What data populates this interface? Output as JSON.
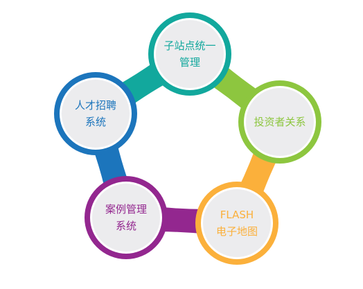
{
  "nodes": [
    {
      "id": "subsite",
      "lines": [
        "子站点统一",
        "管理"
      ],
      "color": "#12A89D"
    },
    {
      "id": "investor",
      "lines": [
        "投资者关系"
      ],
      "color": "#8DC63F"
    },
    {
      "id": "flash-map",
      "lines": [
        "FLASH",
        "电子地图"
      ],
      "color": "#FBB03B"
    },
    {
      "id": "case",
      "lines": [
        "案例管理",
        "系统"
      ],
      "color": "#93278F"
    },
    {
      "id": "talent",
      "lines": [
        "人才招聘",
        "系统"
      ],
      "color": "#1C75BC"
    }
  ],
  "inner_fill": "#ECECEE"
}
